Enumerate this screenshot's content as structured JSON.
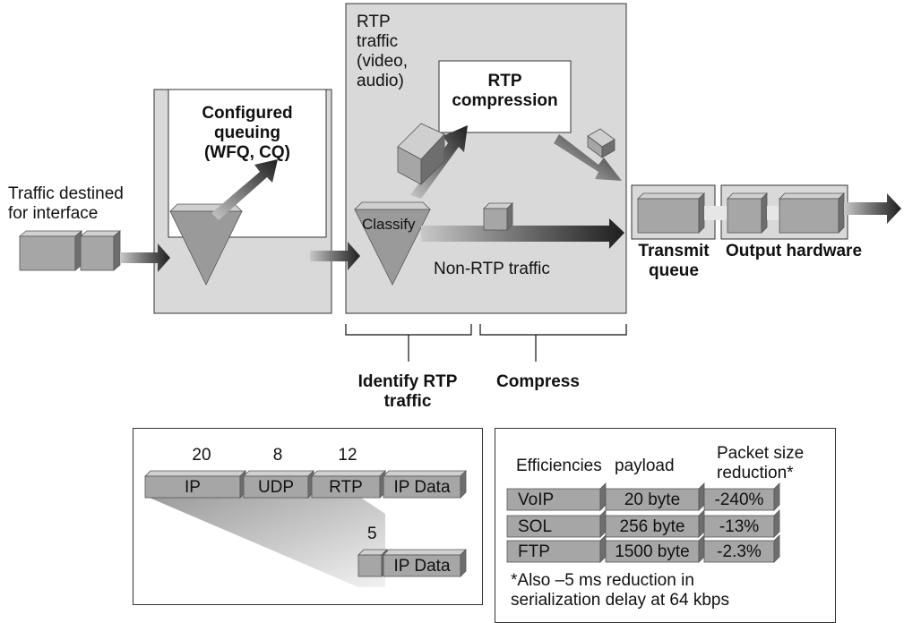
{
  "colors": {
    "panel_gray": "#d9d9d9",
    "block_gray": "#a6a6a6",
    "dark_arrow": "#3a3a3a"
  },
  "labels": {
    "traffic_destined_1": "Traffic destined",
    "traffic_destined_2": "for interface",
    "configured_queuing_1": "Configured",
    "configured_queuing_2": "queuing",
    "configured_queuing_3": "(WFQ, CQ)",
    "rtp_traffic_1": "RTP",
    "rtp_traffic_2": "traffic",
    "rtp_traffic_3": "(video,",
    "rtp_traffic_4": "audio)",
    "rtp_compression_1": "RTP",
    "rtp_compression_2": "compression",
    "classify": "Classify",
    "non_rtp_traffic": "Non-RTP traffic",
    "transmit_queue_1": "Transmit",
    "transmit_queue_2": "queue",
    "output_hardware": "Output hardware",
    "identify_rtp_1": "Identify RTP",
    "identify_rtp_2": "traffic",
    "compress": "Compress"
  },
  "header_panel": {
    "sizes": [
      "20",
      "8",
      "12"
    ],
    "fields": [
      "IP",
      "UDP",
      "RTP",
      "IP Data"
    ],
    "compressed_size": "5",
    "compressed_field": "IP Data"
  },
  "efficiency_table": {
    "headers": [
      "Efficiencies",
      "payload",
      "Packet size",
      "reduction*"
    ],
    "rows": [
      {
        "type": "VoIP",
        "payload": "20 byte",
        "reduction": "-240%"
      },
      {
        "type": "SOL",
        "payload": "256 byte",
        "reduction": "-13%"
      },
      {
        "type": "FTP",
        "payload": "1500 byte",
        "reduction": "-2.3%"
      }
    ],
    "footnote_1": "*Also –5 ms reduction in",
    "footnote_2": "serialization delay at 64 kbps"
  }
}
